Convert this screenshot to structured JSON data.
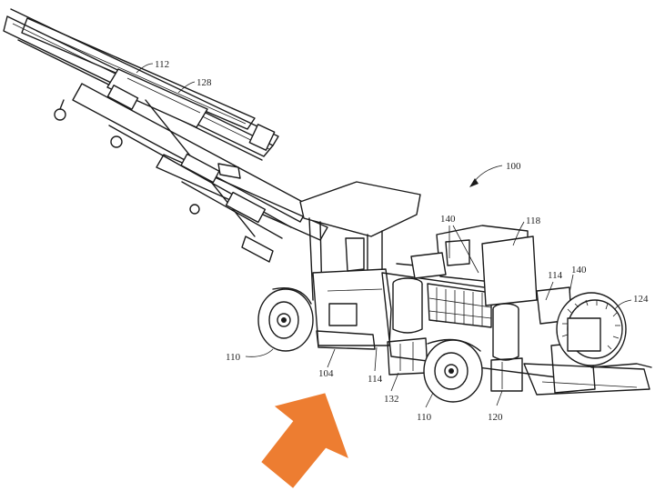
{
  "figure": {
    "reference_numerals": {
      "rig": "100",
      "wheel_rear": "110",
      "wheel_front": "110",
      "boom": "112",
      "frame_left": "114",
      "frame_right": "114",
      "engine": "118",
      "tank_right": "120",
      "reel": "124",
      "feed": "128",
      "tank_left": "132",
      "battery_top": "140",
      "battery_right": "140",
      "cab": "104"
    },
    "arrow_color": "#ED7D31"
  }
}
